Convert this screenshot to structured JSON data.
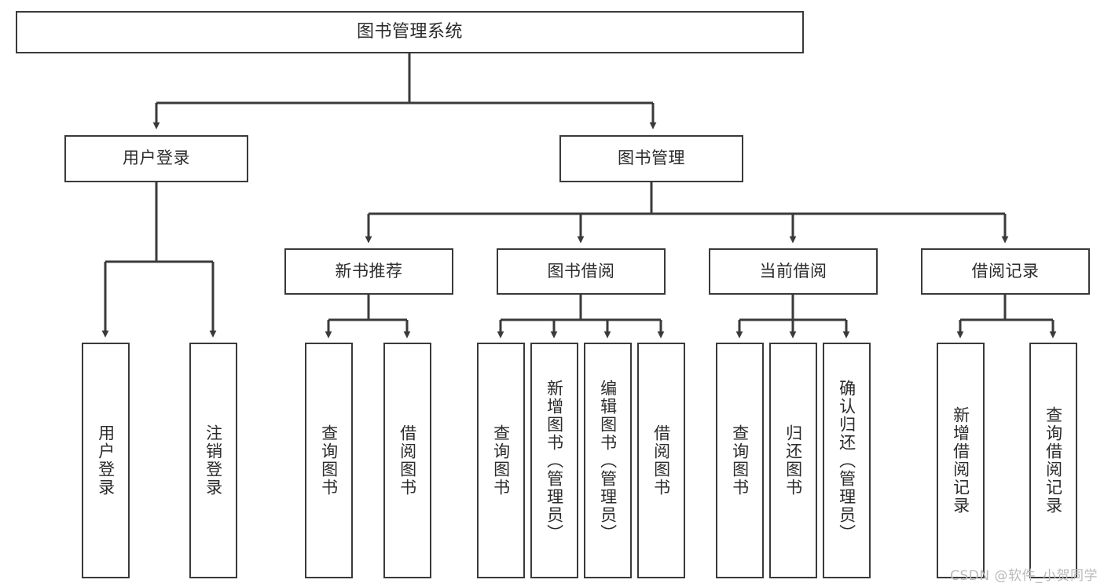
{
  "diagram": {
    "title": "图书管理系统",
    "type": "tree",
    "orientation": "top-down",
    "colors": {
      "background": "#ffffff",
      "node_fill": "#ffffff",
      "node_border": "#3a3a3a",
      "edge": "#3a3a3a",
      "text": "#2b2b2b",
      "watermark": "#b9b9b9"
    },
    "nodes": {
      "root": {
        "label": "图书管理系统"
      },
      "level2": [
        {
          "id": "user-login",
          "label": "用户登录"
        },
        {
          "id": "book-management",
          "label": "图书管理"
        }
      ],
      "level3": [
        {
          "id": "new-book-recommend",
          "label": "新书推荐"
        },
        {
          "id": "book-borrow",
          "label": "图书借阅"
        },
        {
          "id": "current-borrow",
          "label": "当前借阅"
        },
        {
          "id": "borrow-record",
          "label": "借阅记录"
        }
      ],
      "leaves": {
        "user-login": [
          {
            "id": "leaf-user-login",
            "label": "用户登录"
          },
          {
            "id": "leaf-logout-login",
            "label": "注销登录"
          }
        ],
        "new-book-recommend": [
          {
            "id": "leaf-query-book-1",
            "label": "查询图书"
          },
          {
            "id": "leaf-borrow-book-1",
            "label": "借阅图书"
          }
        ],
        "book-borrow": [
          {
            "id": "leaf-query-book-2",
            "label": "查询图书"
          },
          {
            "id": "leaf-add-book",
            "label": "新增图书（管理员）"
          },
          {
            "id": "leaf-edit-book",
            "label": "编辑图书（管理员）"
          },
          {
            "id": "leaf-borrow-book-2",
            "label": "借阅图书"
          }
        ],
        "current-borrow": [
          {
            "id": "leaf-query-book-3",
            "label": "查询图书"
          },
          {
            "id": "leaf-return-book",
            "label": "归还图书"
          },
          {
            "id": "leaf-confirm-return",
            "label": "确认归还（管理员）"
          }
        ],
        "borrow-record": [
          {
            "id": "leaf-add-record",
            "label": "新增借阅记录"
          },
          {
            "id": "leaf-query-record",
            "label": "查询借阅记录"
          }
        ]
      }
    }
  },
  "watermark": {
    "text": "CSDN @软件_小贺同学"
  }
}
